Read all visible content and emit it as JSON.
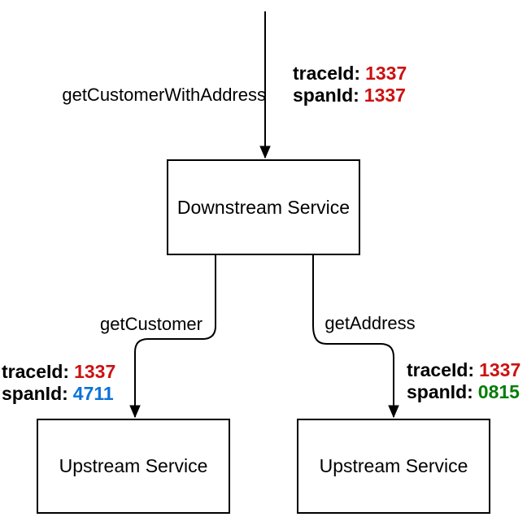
{
  "colors": {
    "line": "#000000",
    "red": "#cc1111",
    "blue": "#0b72d8",
    "green": "#067d06"
  },
  "nodes": {
    "downstream": {
      "label": "Downstream Service"
    },
    "upstream_left": {
      "label": "Upstream Service"
    },
    "upstream_right": {
      "label": "Upstream Service"
    }
  },
  "edges": {
    "top": {
      "label": "getCustomerWithAddress"
    },
    "left": {
      "label": "getCustomer"
    },
    "right": {
      "label": "getAddress"
    }
  },
  "trace_blocks": {
    "root": {
      "lines": [
        {
          "key": "traceId:",
          "value": "1337",
          "color": "#cc1111"
        },
        {
          "key": "spanId:",
          "value": "1337",
          "color": "#cc1111"
        }
      ]
    },
    "left": {
      "lines": [
        {
          "key": "traceId:",
          "value": "1337",
          "color": "#cc1111"
        },
        {
          "key": "spanId:",
          "value": "4711",
          "color": "#0b72d8"
        }
      ]
    },
    "right": {
      "lines": [
        {
          "key": "traceId:",
          "value": "1337",
          "color": "#cc1111"
        },
        {
          "key": "spanId:",
          "value": "0815",
          "color": "#067d06"
        }
      ]
    }
  }
}
